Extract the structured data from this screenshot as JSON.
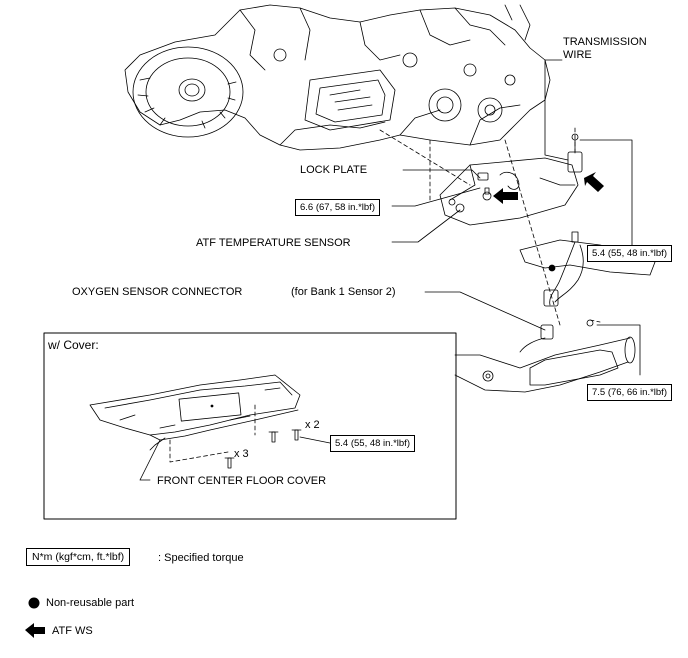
{
  "labels": {
    "transmission_wire_line1": "TRANSMISSION",
    "transmission_wire_line2": "WIRE",
    "lock_plate": "LOCK PLATE",
    "atf_temperature_sensor": "ATF TEMPERATURE SENSOR",
    "oxygen_sensor_connector": "OXYGEN SENSOR CONNECTOR",
    "bank_note": "(for Bank 1 Sensor 2)",
    "front_center_floor_cover": "FRONT CENTER FLOOR COVER",
    "with_cover": "w/ Cover:",
    "qty_x2": "x 2",
    "qty_x3": "x 3"
  },
  "torques": {
    "lock_plate_bolt": "6.6 (67, 58 in.*lbf)",
    "transmission_wire_bolt": "5.4 (55, 48 in.*lbf)",
    "exhaust_bolt": "7.5 (76, 66 in.*lbf)",
    "cover_bolt": "5.4 (55, 48 in.*lbf)"
  },
  "legend": {
    "torque_unit": "N*m (kgf*cm, ft.*lbf)",
    "torque_text": ": Specified torque",
    "nonreusable_text": "Non-reusable part",
    "atf_ws_text": "ATF WS"
  },
  "colors": {
    "ink": "#000000",
    "paper": "#ffffff"
  },
  "icons": {
    "nonreusable": "filled-circle-icon",
    "atf_ws": "arrow-left-icon"
  }
}
